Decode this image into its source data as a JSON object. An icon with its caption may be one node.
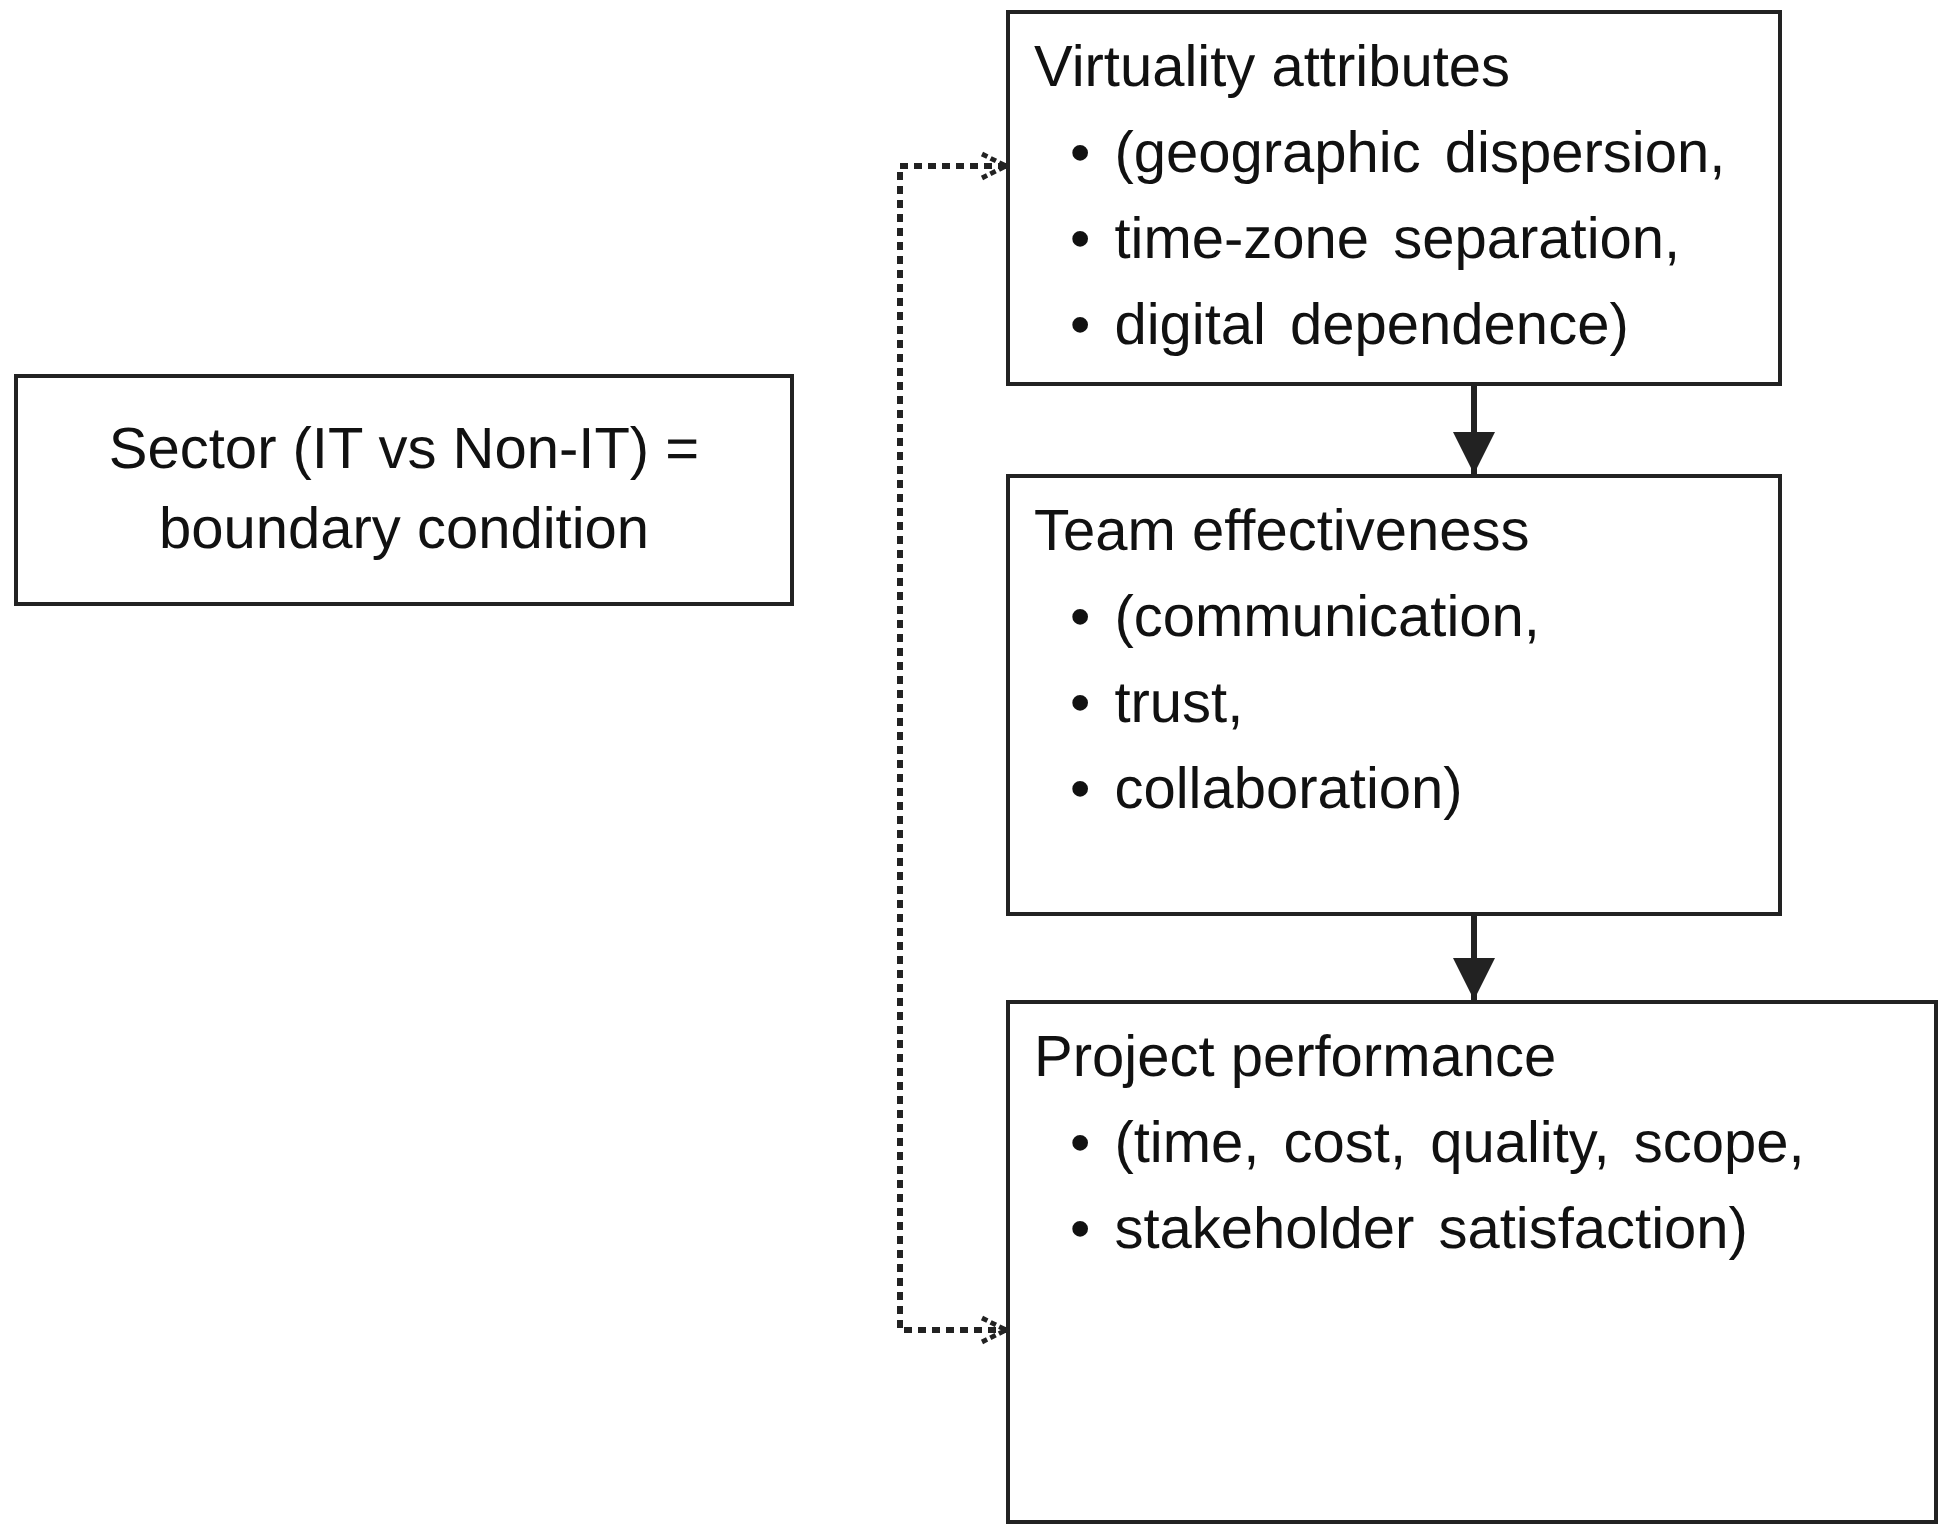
{
  "diagram": {
    "nodes": [
      {
        "text": [
          "Sector (IT vs Non-IT) = boundary condition"
        ]
      },
      {
        "text": [
          "Virtuality attributes",
          "• (geographic dispersion,",
          "• time-zone separation,",
          "• digital dependence)"
        ]
      },
      {
        "text": [
          "Team effectiveness",
          "• (communication,",
          "• trust,",
          "• collaboration)"
        ]
      },
      {
        "text": [
          "Project performance",
          "• (time, cost, quality, scope,",
          "• stakeholder satisfaction)"
        ]
      }
    ],
    "edges": [
      {
        "from": 1,
        "to": 2,
        "arrow": "to"
      },
      {
        "from": 2,
        "to": 3,
        "arrow": "to"
      },
      {
        "from": 1,
        "to": 3,
        "arrow": "both",
        "style": "dashed"
      }
    ]
  }
}
